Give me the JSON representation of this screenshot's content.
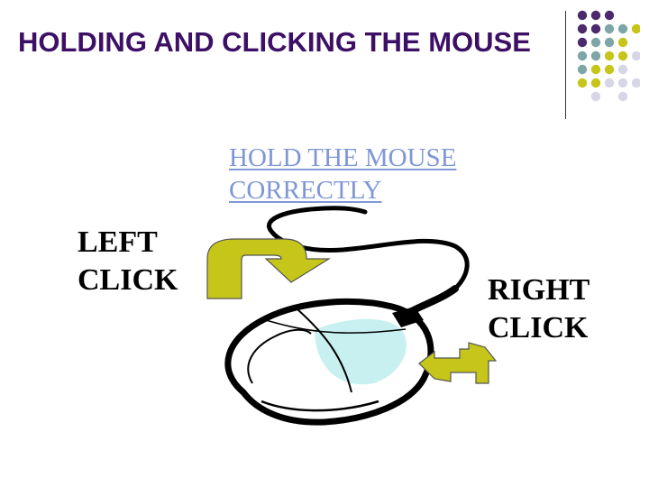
{
  "slide": {
    "title": "HOLDING AND CLICKING THE MOUSE",
    "link_text": "HOLD THE MOUSE CORRECTLY",
    "left_label": [
      "LEFT",
      "CLICK"
    ],
    "right_label": [
      "RIGHT",
      "CLICK"
    ]
  },
  "decor": {
    "dot_rows": [
      [
        "purple",
        "purple",
        "purple",
        "none",
        "none"
      ],
      [
        "purple",
        "purple",
        "teal",
        "teal",
        "olive"
      ],
      [
        "purple",
        "teal",
        "teal",
        "olive",
        "none"
      ],
      [
        "teal",
        "teal",
        "olive",
        "olive",
        "lavender"
      ],
      [
        "teal",
        "olive",
        "olive",
        "lavender",
        "none"
      ],
      [
        "olive",
        "olive",
        "lavender",
        "lavender",
        "lavender"
      ],
      [
        "none",
        "lavender",
        "none",
        "lavender",
        "none"
      ]
    ]
  },
  "colors": {
    "title": "#3d1066",
    "link": "#7f97d6",
    "purple": "#4b2a6b",
    "teal": "#7fa6a6",
    "olive": "#c6c61a",
    "lavender": "#d6d6e6",
    "arrow": "#c6c61a",
    "mouse_highlight": "#c9f0f0"
  },
  "illustration": {
    "icon": "computer-mouse-clipart"
  }
}
